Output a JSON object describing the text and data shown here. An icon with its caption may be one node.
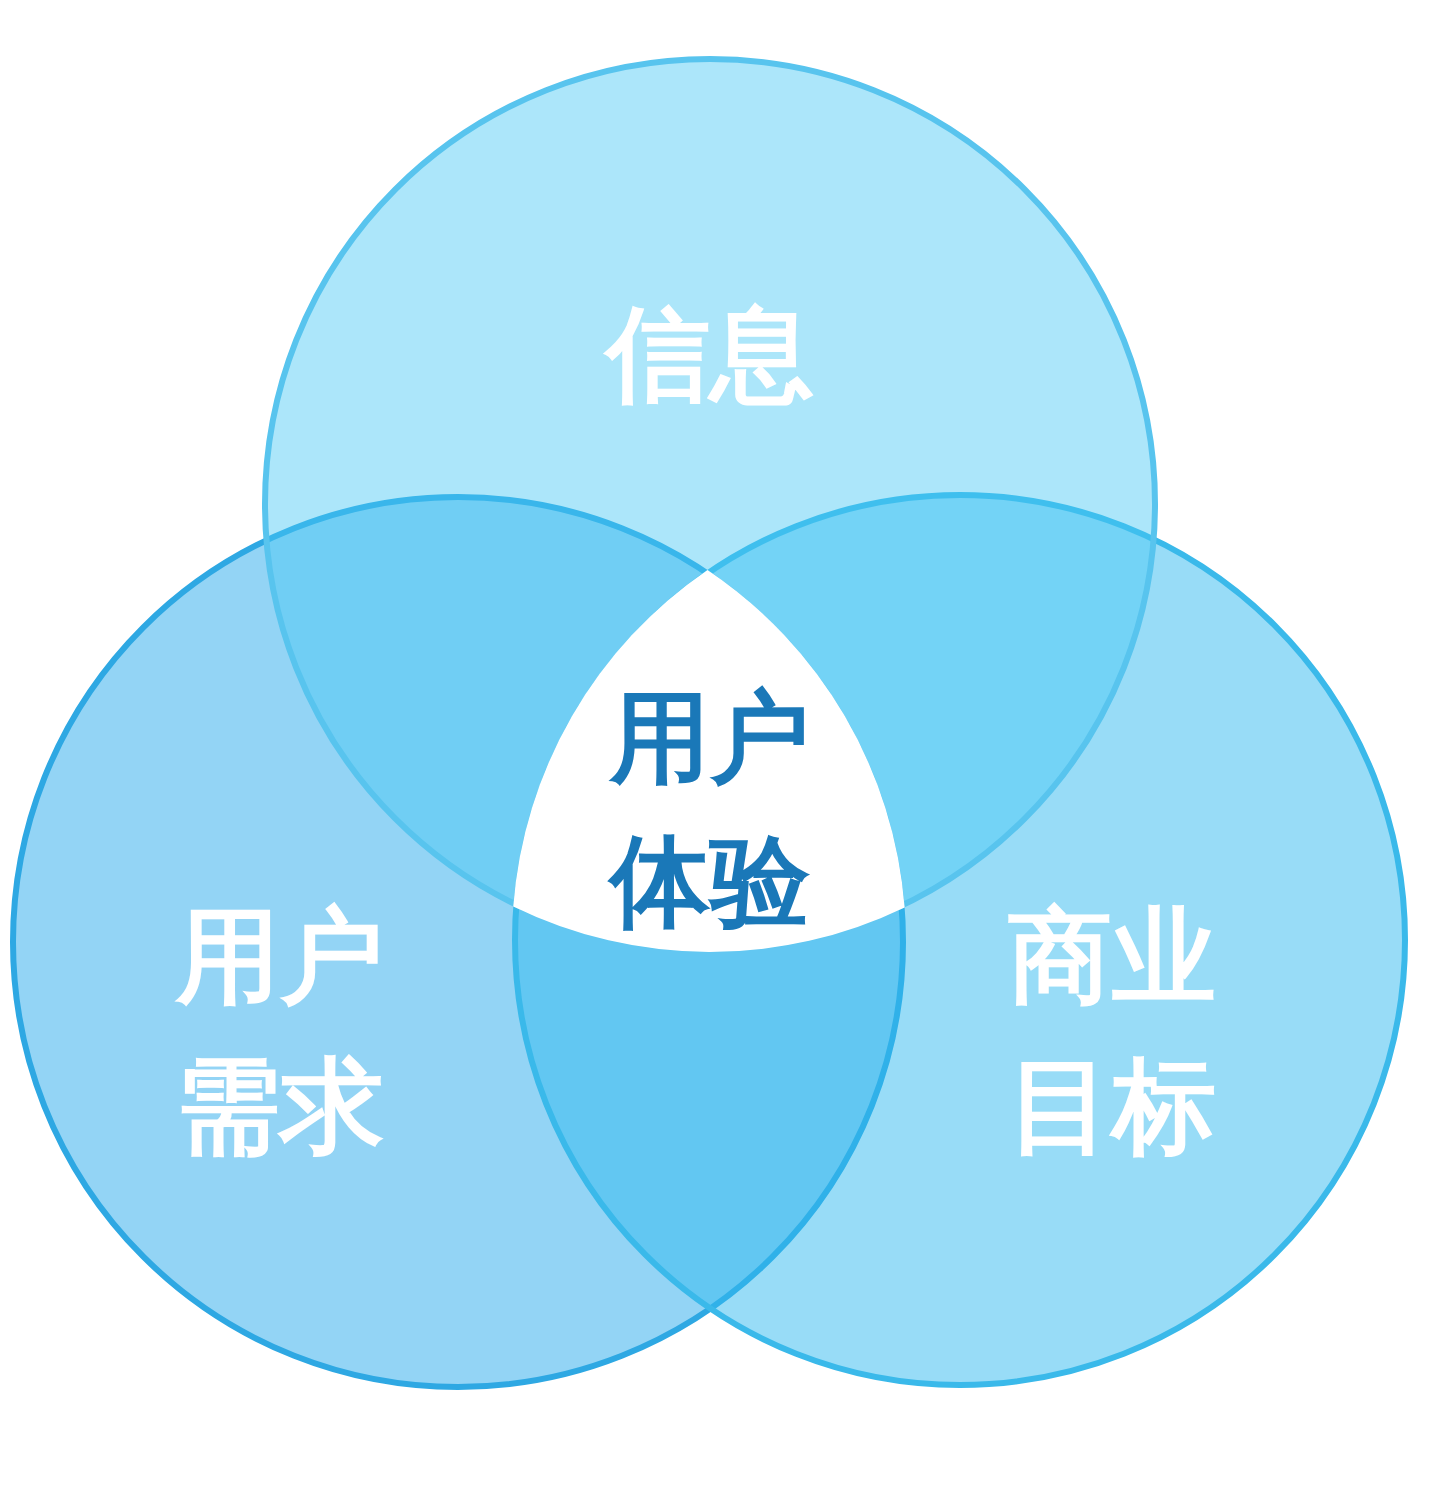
{
  "diagram": {
    "nodes": [
      {
        "text": [
          "信息"
        ]
      },
      {
        "text": [
          "用户体验"
        ]
      },
      {
        "text": [
          "用户需求"
        ]
      },
      {
        "text": [
          "商业目标"
        ]
      }
    ]
  }
}
